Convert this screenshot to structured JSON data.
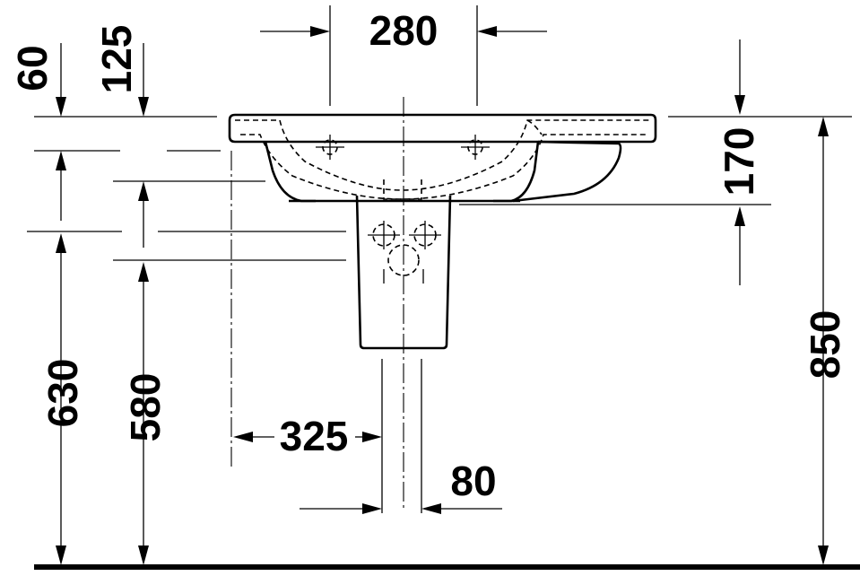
{
  "drawing": {
    "dimensions": {
      "width_tap_spacing": "280",
      "rim_offset_a": "60",
      "rim_offset_b": "125",
      "bowl_depth": "170",
      "height_a": "630",
      "height_b": "580",
      "total_height": "850",
      "offset_horizontal": "325",
      "pedestal_width": "80"
    }
  }
}
